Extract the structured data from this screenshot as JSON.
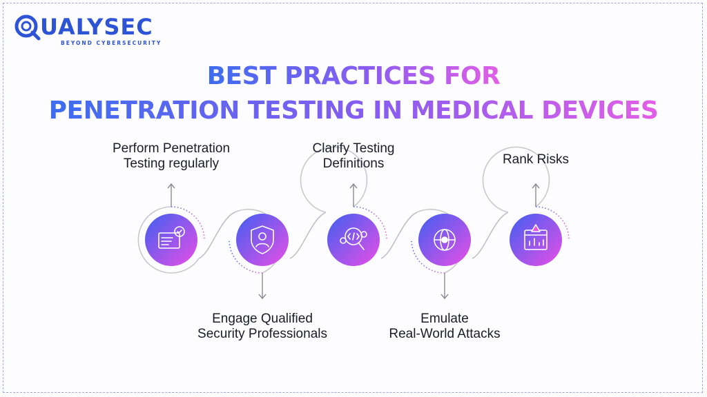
{
  "brand": {
    "name": "QUALYSEC",
    "name_rest": "UALYSEC",
    "tagline": "BEYOND CYBERSECURITY",
    "colors": {
      "primary": "#2e54d6"
    }
  },
  "title": {
    "line1": "BEST PRACTICES FOR",
    "line2": "PENETRATION TESTING IN MEDICAL DEVICES",
    "gradient": [
      "#3d6df0",
      "#8a5cf0",
      "#e25fe6"
    ]
  },
  "steps": [
    {
      "lines": [
        "Perform Penetration",
        "Testing regularly"
      ],
      "icon": "security-certificate-icon",
      "label_position": "top"
    },
    {
      "lines": [
        "Engage Qualified",
        "Security Professionals"
      ],
      "icon": "shield-user-icon",
      "label_position": "bottom"
    },
    {
      "lines": [
        "Clarify Testing",
        "Definitions"
      ],
      "icon": "code-bug-icon",
      "label_position": "top"
    },
    {
      "lines": [
        "Emulate",
        "Real-World Attacks"
      ],
      "icon": "globe-attack-icon",
      "label_position": "bottom"
    },
    {
      "lines": [
        "Rank Risks"
      ],
      "icon": "risk-chart-alert-icon",
      "label_position": "top"
    }
  ],
  "colors": {
    "circle_gradient": [
      "#3f5ff0",
      "#e94fe6"
    ],
    "connector": "#bfbfc8",
    "arrow": "#8a8a94"
  }
}
